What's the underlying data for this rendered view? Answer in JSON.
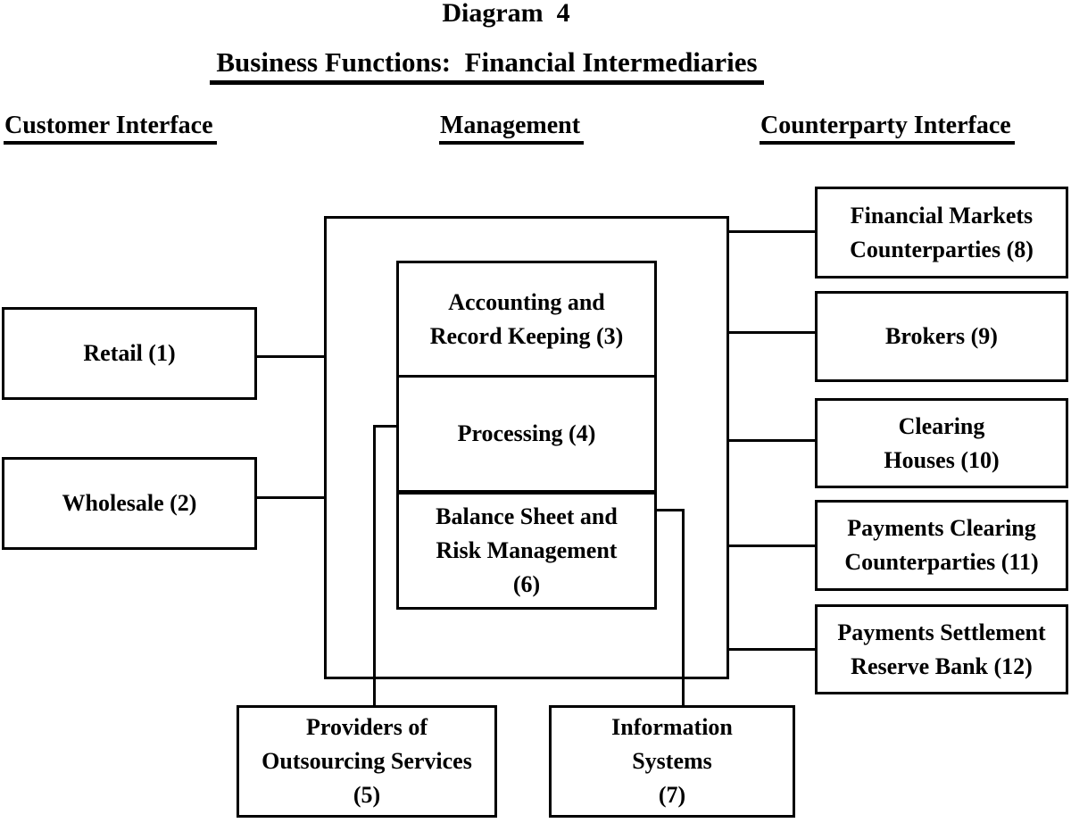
{
  "page": {
    "kicker": "Diagram  4",
    "title": "Business Functions:  Financial Intermediaries"
  },
  "headers": {
    "customer": "Customer Interface",
    "management": "Management",
    "counterparty": "Counterparty Interface"
  },
  "nodes": {
    "retail": "Retail (1)",
    "wholesale": "Wholesale (2)",
    "accounting": "Accounting and\nRecord Keeping (3)",
    "processing": "Processing (4)",
    "balance_sheet": "Balance Sheet and\nRisk Management\n(6)",
    "outsourcing": "Providers of\nOutsourcing Services\n(5)",
    "information_systems": "Information\nSystems\n(7)",
    "financial_markets": "Financial Markets\nCounterparties (8)",
    "brokers": "Brokers (9)",
    "clearing_houses": "Clearing\nHouses (10)",
    "payments_clearing": "Payments Clearing\nCounterparties (11)",
    "payments_settlement": "Payments Settlement\nReserve Bank (12)"
  },
  "colors": {
    "line": "#000000",
    "text": "#000000",
    "background": "#ffffff"
  }
}
